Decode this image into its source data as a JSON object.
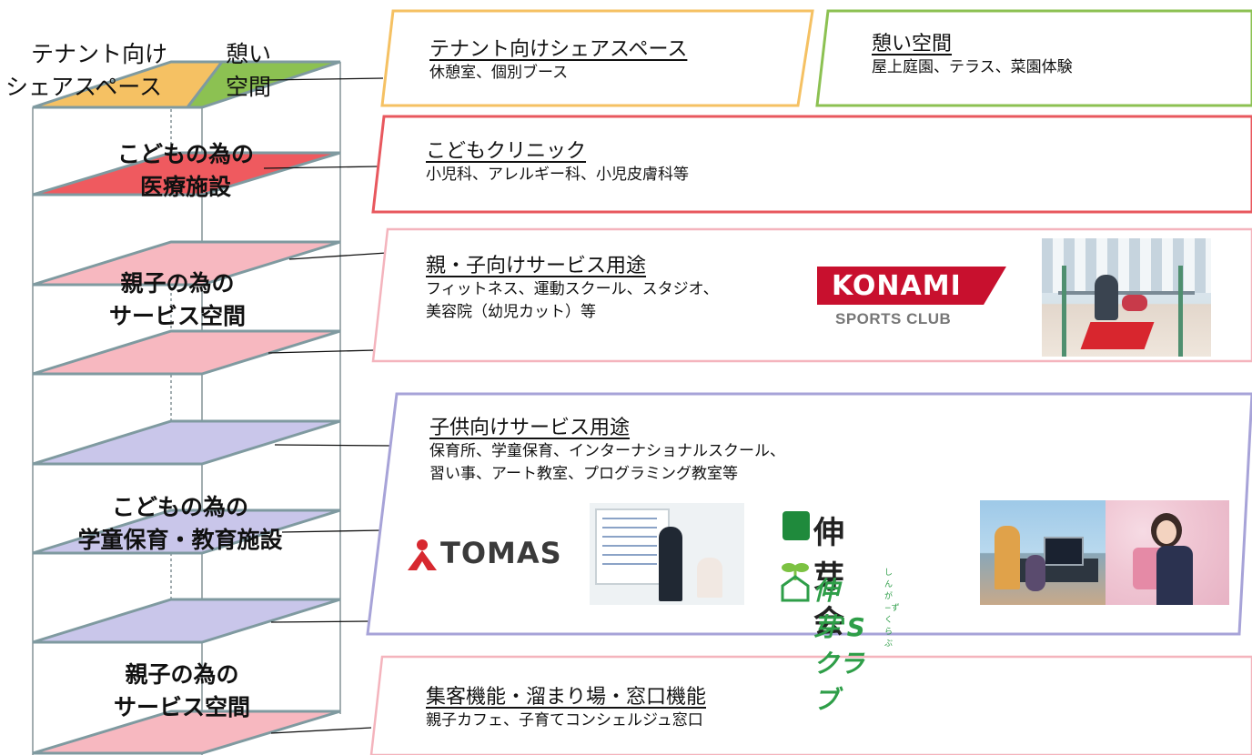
{
  "floors": {
    "roof_left": [
      "テナント向け",
      "シェアスペース"
    ],
    "roof_right": [
      "憩い",
      "空間"
    ],
    "clinic": [
      "こどもの為の",
      "医療施設"
    ],
    "parent_service_upper": [
      "親子の為の",
      "サービス空間"
    ],
    "education": [
      "こどもの為の",
      "学童保育・教育施設"
    ],
    "parent_service_lower": [
      "親子の為の",
      "サービス空間"
    ]
  },
  "boxes": {
    "share": {
      "title": "テナント向けシェアスペース",
      "desc": "休憩室、個別ブース",
      "color": "#f5c163"
    },
    "ikoi": {
      "title": "憩い空間",
      "desc": "屋上庭園、テラス、菜園体験",
      "color": "#8cc152"
    },
    "clinic": {
      "title": "こどもクリニック",
      "desc": "小児科、アレルギー科、小児皮膚科等",
      "color": "#e8585e"
    },
    "parent": {
      "title": "親・子向けサービス用途",
      "desc1": "フィットネス、運動スクール、スタジオ、",
      "desc2": "美容院（幼児カット）等",
      "color": "#f4b4bd"
    },
    "kids": {
      "title": "子供向けサービス用途",
      "desc1": "保育所、学童保育、インターナショナルスクール、",
      "desc2": "習い事、アート教室、プログラミング教室等",
      "color": "#a7a3d8"
    },
    "lounge": {
      "title": "集客機能・溜まり場・窓口機能",
      "desc": "親子カフェ、子育てコンシェルジュ窓口",
      "color": "#f4b4bd"
    }
  },
  "logos": {
    "konami_main": "KONAMI",
    "konami_sub": "SPORTS CLUB",
    "tomas": "TOMAS",
    "shingakai": "伸芽会",
    "shingaclub": "伸芽'Sクラブ",
    "shingaclub_ruby": "しんが−ずくらぶ"
  },
  "colors": {
    "plate_orange": "#f5c163",
    "plate_green": "#8cc152",
    "plate_red": "#ef5a5f",
    "plate_pink": "#f7b8c0",
    "plate_lavender": "#c9c6ea",
    "plate_edge": "#7f9aa0",
    "konami_red": "#c8102e",
    "tomas_red": "#d7282f",
    "shinga_green": "#1f8a3c"
  }
}
